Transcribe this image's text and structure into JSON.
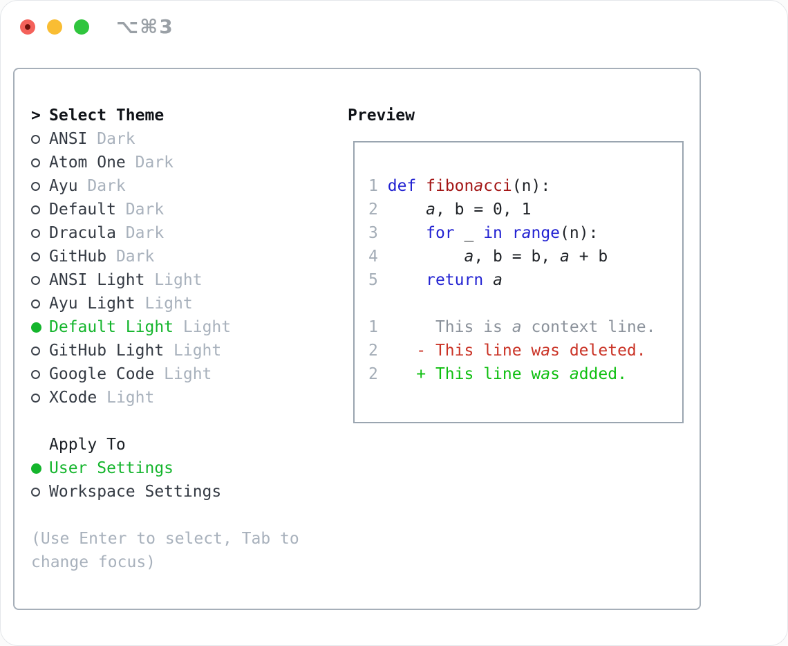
{
  "window": {
    "shortcut": "⌥⌘3",
    "traffic_lights": [
      "close",
      "minimize",
      "zoom"
    ]
  },
  "colors": {
    "accent_green": "#14b52c",
    "added_green": "#0fbf10",
    "deleted_red": "#ca3326",
    "keyword_blue": "#2222d2",
    "function_red": "#a31515",
    "muted_gray": "#a8b1bc",
    "panel_border": "#a6afb9"
  },
  "left": {
    "prompt": ">",
    "title": "Select Theme",
    "themes": [
      {
        "name": "ANSI",
        "variant": "Dark",
        "selected": false
      },
      {
        "name": "Atom One",
        "variant": "Dark",
        "selected": false
      },
      {
        "name": "Ayu",
        "variant": "Dark",
        "selected": false
      },
      {
        "name": "Default",
        "variant": "Dark",
        "selected": false
      },
      {
        "name": "Dracula",
        "variant": "Dark",
        "selected": false
      },
      {
        "name": "GitHub",
        "variant": "Dark",
        "selected": false
      },
      {
        "name": "ANSI Light",
        "variant": "Light",
        "selected": false
      },
      {
        "name": "Ayu Light",
        "variant": "Light",
        "selected": false
      },
      {
        "name": "Default Light",
        "variant": "Light",
        "selected": true
      },
      {
        "name": "GitHub Light",
        "variant": "Light",
        "selected": false
      },
      {
        "name": "Google Code",
        "variant": "Light",
        "selected": false
      },
      {
        "name": "XCode",
        "variant": "Light",
        "selected": false
      }
    ],
    "apply_to": {
      "title": "Apply To",
      "options": [
        {
          "label": "User Settings",
          "selected": true
        },
        {
          "label": "Workspace Settings",
          "selected": false
        }
      ]
    },
    "hint_lines": [
      "(Use Enter to select, Tab to",
      "change focus)"
    ]
  },
  "preview": {
    "title": "Preview",
    "code_lines": [
      {
        "num": "1",
        "tokens": [
          [
            "kw",
            "def"
          ],
          [
            "pl",
            " "
          ],
          [
            "fn",
            "fibonacci"
          ],
          [
            "pl",
            "(n):"
          ]
        ]
      },
      {
        "num": "2",
        "tokens": [
          [
            "pl",
            "    a, b = 0, 1"
          ]
        ]
      },
      {
        "num": "3",
        "tokens": [
          [
            "pl",
            "    "
          ],
          [
            "kw",
            "for"
          ],
          [
            "pl",
            " _ "
          ],
          [
            "kw",
            "in"
          ],
          [
            "pl",
            " "
          ],
          [
            "kw",
            "range"
          ],
          [
            "pl",
            "(n):"
          ]
        ]
      },
      {
        "num": "4",
        "tokens": [
          [
            "pl",
            "        a, b = b, a + b"
          ]
        ]
      },
      {
        "num": "5",
        "tokens": [
          [
            "pl",
            "    "
          ],
          [
            "kw",
            "return"
          ],
          [
            "pl",
            " a"
          ]
        ]
      }
    ],
    "diff_lines": [
      {
        "num": "1",
        "kind": "ctx",
        "marker": " ",
        "text": "This is a context line."
      },
      {
        "num": "2",
        "kind": "del",
        "marker": "-",
        "text": "This line was deleted."
      },
      {
        "num": "2",
        "kind": "add",
        "marker": "+",
        "text": "This line was added."
      }
    ]
  }
}
